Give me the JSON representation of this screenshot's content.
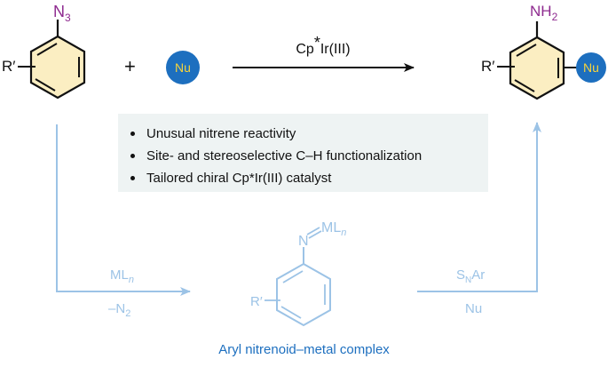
{
  "reactant": {
    "azide_label": "N",
    "azide_sub": "3",
    "substituent": "R′"
  },
  "plus_sign": "+",
  "nucleophile_badge": "Nu",
  "reaction_arrow_label": {
    "prefix": "Cp",
    "star": "*",
    "suffix": "Ir(III)"
  },
  "product": {
    "amine_label": "NH",
    "amine_sub": "2",
    "substituent": "R′",
    "nucleophile": "Nu"
  },
  "highlights": [
    "Unusual nitrene reactivity",
    "Site- and stereoselective C–H functionalization",
    "Tailored chiral Cp*Ir(III) catalyst"
  ],
  "intermediate": {
    "n_label": "N",
    "metal_label": "ML",
    "metal_sub": "n",
    "substituent": "R′",
    "caption": "Aryl nitrenoid–metal complex"
  },
  "left_arrow": {
    "top_label": "ML",
    "top_sub": "n",
    "bottom_prefix": "–N",
    "bottom_sub": "2"
  },
  "right_arrow": {
    "top_prefix": "S",
    "top_sub": "N",
    "top_suffix": "Ar",
    "bottom_label": "Nu"
  },
  "colors": {
    "accent_blue": "#1d6fbf",
    "light_blue": "#9cc3e6",
    "ring_fill": "#fbeec2",
    "purple": "#8e2a8f",
    "badge_yellow": "#f7d33a"
  }
}
